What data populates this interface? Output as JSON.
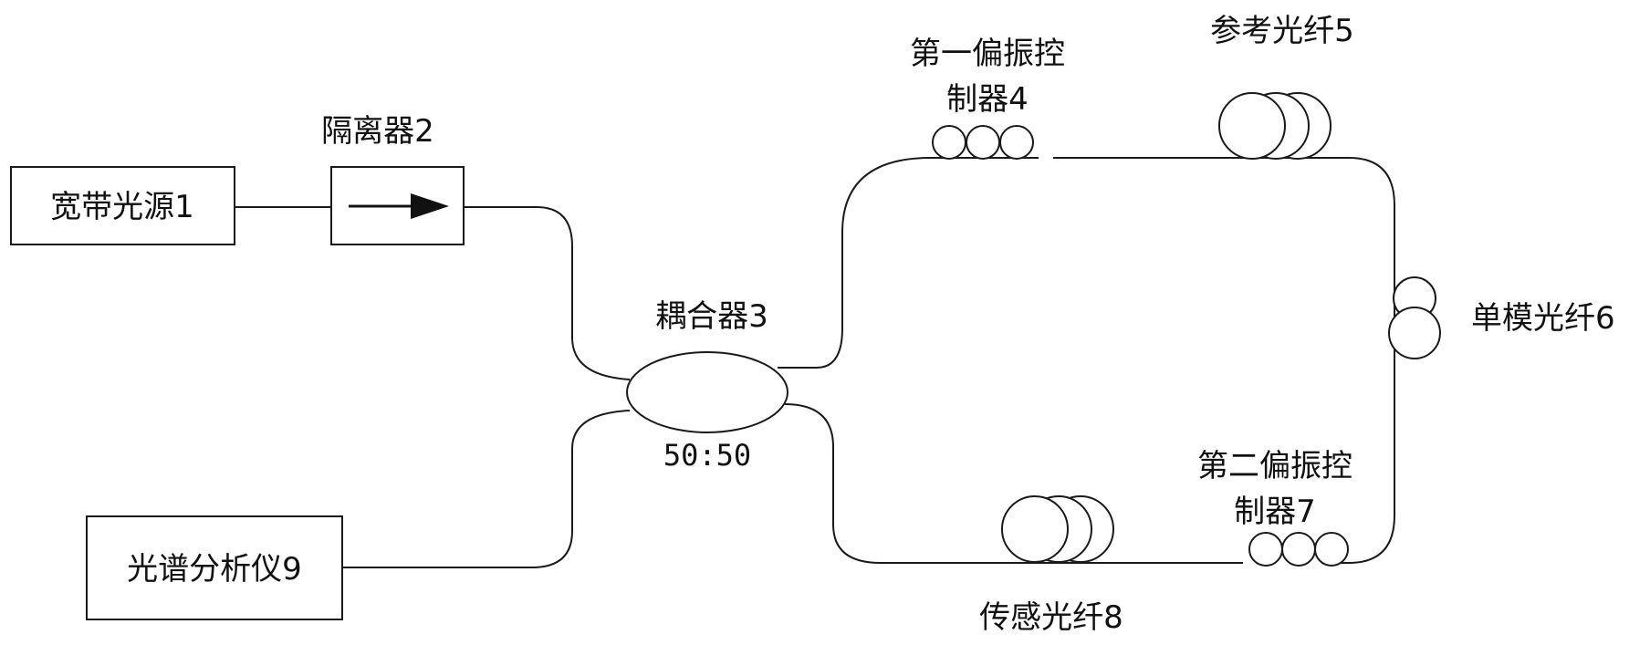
{
  "labels": {
    "source": "宽带光源1",
    "isolator": "隔离器2",
    "coupler": "耦合器3",
    "coupler_ratio": "50:50",
    "pc1_line1": "第一偏振控",
    "pc1_line2": "制器4",
    "reference_fiber": "参考光纤5",
    "single_mode_fiber": "单模光纤6",
    "pc2_line1": "第二偏振控",
    "pc2_line2": "制器7",
    "sensing_fiber": "传感光纤8",
    "osa": "光谱分析仪9"
  },
  "colors": {
    "stroke": "#1a1a1a",
    "text": "#111111",
    "background": "#ffffff"
  }
}
